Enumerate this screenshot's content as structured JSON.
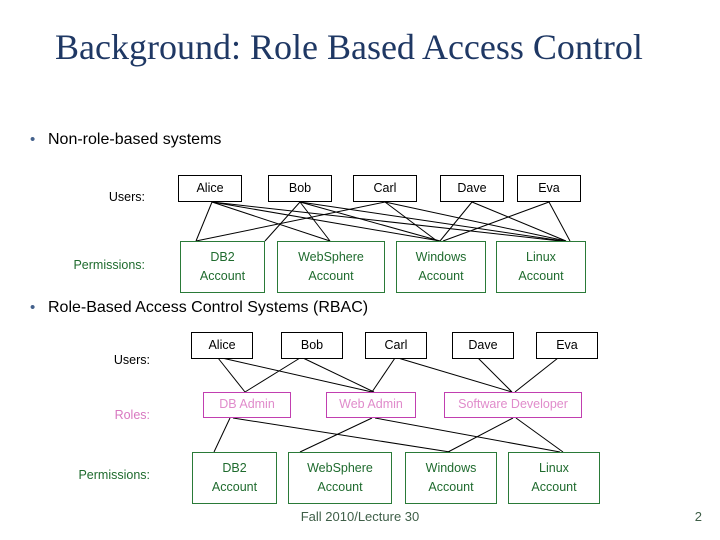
{
  "slide": {
    "title": "Background: Role Based Access Control",
    "bullets": [
      {
        "marker": "•",
        "text": "Non-role-based systems"
      },
      {
        "marker": "•",
        "text": "Role-Based Access Control Systems (RBAC)"
      }
    ],
    "footer": {
      "center": "Fall 2010/Lecture 30",
      "page_number": "2"
    }
  },
  "colors": {
    "title": "#1F3864",
    "bullet_marker": "#44618C",
    "body_text": "#000000",
    "user_box_border": "#000000",
    "role_box_border": "#C13FB0",
    "role_box_text": "#E08BCB",
    "permission_box_border": "#2A7A38",
    "permission_box_text": "#1F6B2E",
    "link_line": "#000000",
    "footer_text": "#3F5F48"
  },
  "diagram_non_role_based": {
    "labels": {
      "users": "Users:",
      "permissions": "Permissions:"
    },
    "users": [
      {
        "name": "Alice"
      },
      {
        "name": "Bob"
      },
      {
        "name": "Carl"
      },
      {
        "name": "Dave"
      },
      {
        "name": "Eva"
      }
    ],
    "permissions": [
      {
        "line1": "DB2",
        "line2": "Account"
      },
      {
        "line1": "WebSphere",
        "line2": "Account"
      },
      {
        "line1": "Windows",
        "line2": "Account"
      },
      {
        "line1": "Linux",
        "line2": "Account"
      }
    ],
    "links": [
      {
        "from": "Alice",
        "to": "DB2 Account"
      },
      {
        "from": "Alice",
        "to": "WebSphere Account"
      },
      {
        "from": "Alice",
        "to": "Windows Account"
      },
      {
        "from": "Alice",
        "to": "Linux Account"
      },
      {
        "from": "Bob",
        "to": "DB2 Account"
      },
      {
        "from": "Bob",
        "to": "WebSphere Account"
      },
      {
        "from": "Bob",
        "to": "Windows Account"
      },
      {
        "from": "Bob",
        "to": "Linux Account"
      },
      {
        "from": "Carl",
        "to": "DB2 Account"
      },
      {
        "from": "Carl",
        "to": "Windows Account"
      },
      {
        "from": "Carl",
        "to": "Linux Account"
      },
      {
        "from": "Dave",
        "to": "Windows Account"
      },
      {
        "from": "Dave",
        "to": "Linux Account"
      },
      {
        "from": "Eva",
        "to": "Windows Account"
      },
      {
        "from": "Eva",
        "to": "Linux Account"
      }
    ]
  },
  "diagram_rbac": {
    "labels": {
      "users": "Users:",
      "roles": "Roles:",
      "permissions": "Permissions:"
    },
    "users": [
      {
        "name": "Alice"
      },
      {
        "name": "Bob"
      },
      {
        "name": "Carl"
      },
      {
        "name": "Dave"
      },
      {
        "name": "Eva"
      }
    ],
    "roles": [
      {
        "name": "DB Admin"
      },
      {
        "name": "Web Admin"
      },
      {
        "name": "Software Developer"
      }
    ],
    "permissions": [
      {
        "line1": "DB2",
        "line2": "Account"
      },
      {
        "line1": "WebSphere",
        "line2": "Account"
      },
      {
        "line1": "Windows",
        "line2": "Account"
      },
      {
        "line1": "Linux",
        "line2": "Account"
      }
    ],
    "user_role_links": [
      {
        "from": "Alice",
        "to": "DB Admin"
      },
      {
        "from": "Alice",
        "to": "Web Admin"
      },
      {
        "from": "Bob",
        "to": "DB Admin"
      },
      {
        "from": "Bob",
        "to": "Web Admin"
      },
      {
        "from": "Carl",
        "to": "Web Admin"
      },
      {
        "from": "Carl",
        "to": "Software Developer"
      },
      {
        "from": "Dave",
        "to": "Software Developer"
      },
      {
        "from": "Eva",
        "to": "Software Developer"
      }
    ],
    "role_permission_links": [
      {
        "from": "DB Admin",
        "to": "DB2 Account"
      },
      {
        "from": "DB Admin",
        "to": "Windows Account"
      },
      {
        "from": "Web Admin",
        "to": "WebSphere Account"
      },
      {
        "from": "Web Admin",
        "to": "Windows Account"
      },
      {
        "from": "Software Developer",
        "to": "Windows Account"
      },
      {
        "from": "Software Developer",
        "to": "Linux Account"
      }
    ]
  }
}
